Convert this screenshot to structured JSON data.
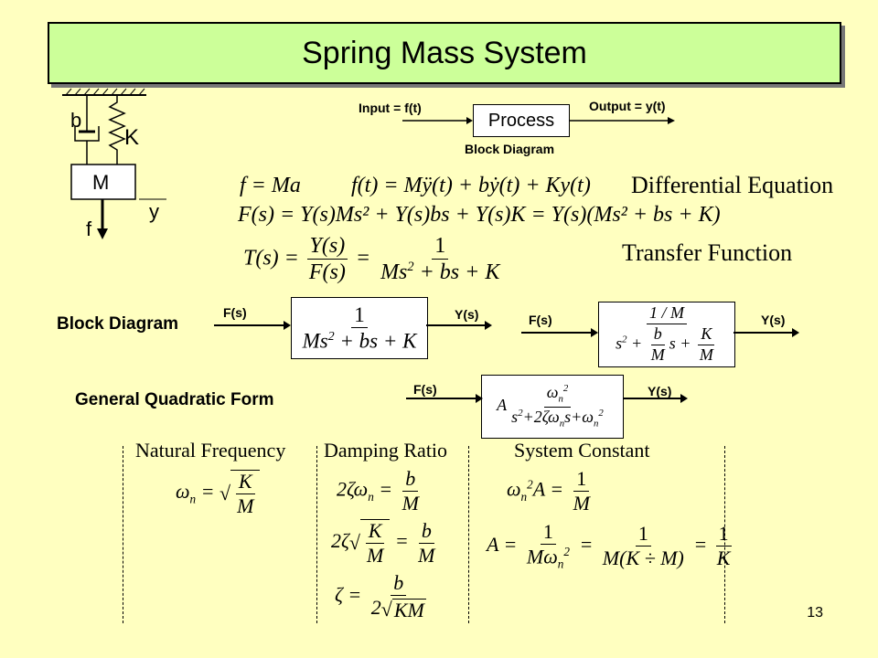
{
  "title": "Spring Mass System",
  "mech": {
    "b": "b",
    "k": "K",
    "m": "M",
    "y": "y",
    "f": "f"
  },
  "process": {
    "input": "Input = f(t)",
    "box": "Process",
    "output": "Output = y(t)",
    "caption": "Block Diagram"
  },
  "eqs": {
    "f_ma": "f = Ma",
    "ode": "f(t) = Mÿ(t) + bẏ(t) + Ky(t)",
    "ode_label": "Differential Equation",
    "laplace": "F(s) = Y(s)Ms² + Y(s)bs + Y(s)K = Y(s)(Ms² + bs + K)",
    "tf_label": "Transfer Function"
  },
  "block": {
    "label": "Block Diagram",
    "in1": "F(s)",
    "out1": "Y(s)",
    "in2": "F(s)",
    "out2": "Y(s)"
  },
  "quad": {
    "label": "General Quadratic Form",
    "in": "F(s)",
    "out": "Y(s)"
  },
  "columns": {
    "natural": "Natural Frequency",
    "damping": "Damping Ratio",
    "constant": "System Constant"
  },
  "page_number": "13"
}
